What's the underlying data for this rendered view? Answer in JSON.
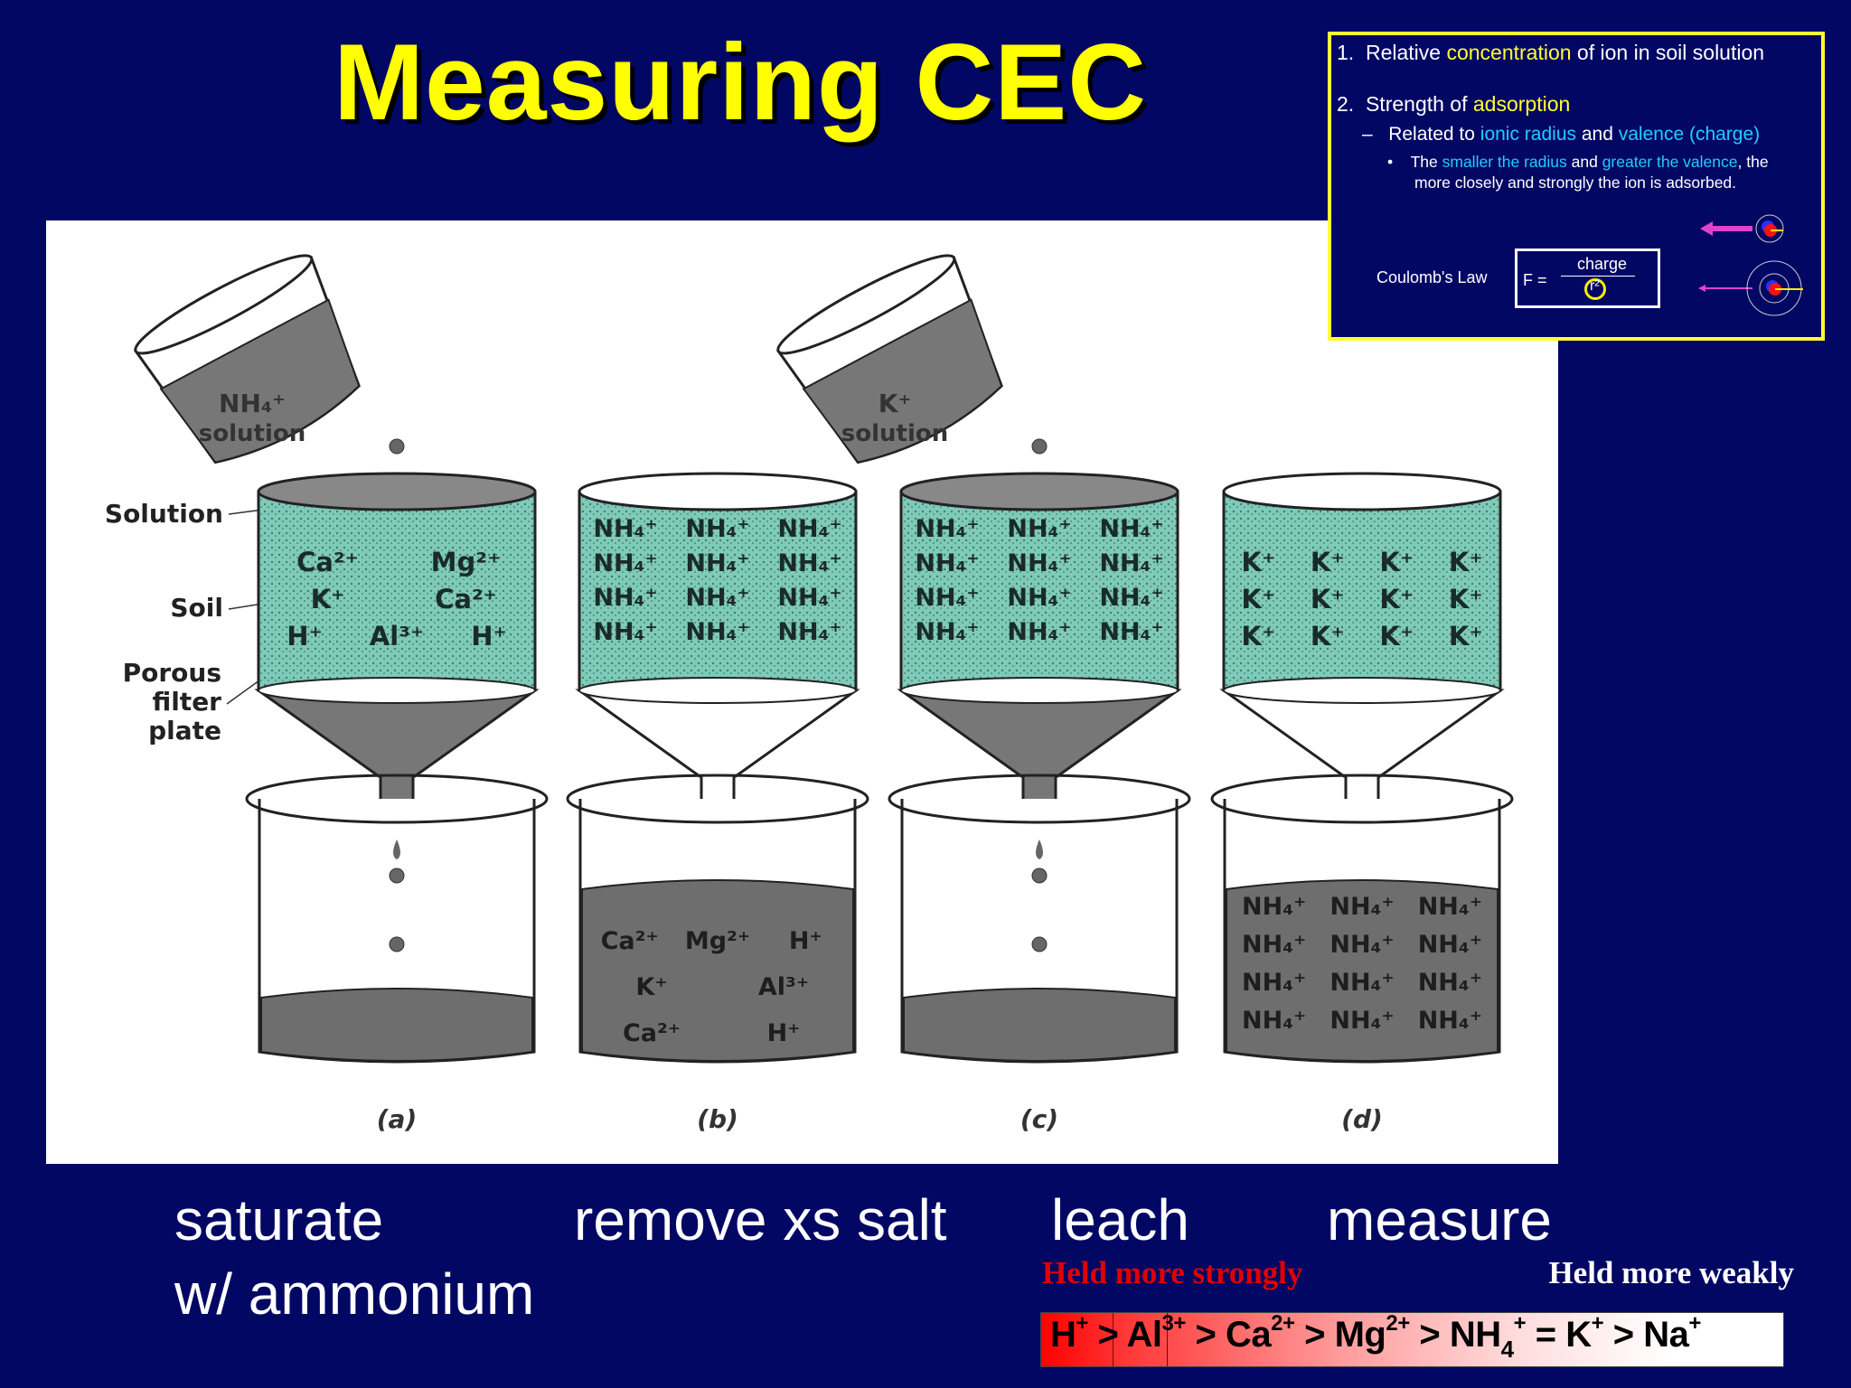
{
  "title": "Measuring CEC",
  "colors": {
    "background": "#020764",
    "title": "#ffff00",
    "highlight_yellow": "#ffff33",
    "highlight_cyan": "#22ccff",
    "strong_red": "#e00000",
    "soil_teal": "#7fcab8"
  },
  "info_box": {
    "item1": {
      "num": "1.",
      "pre": "Relative ",
      "hl": "concentration",
      "post": " of ion in soil solution"
    },
    "item2": {
      "num": "2.",
      "pre": "Strength of ",
      "hl": "adsorption"
    },
    "sub": {
      "dash": "–",
      "pre": "Related to ",
      "hl1": "ionic radius",
      "mid": " and ",
      "hl2": "valence (charge)"
    },
    "bullet": {
      "dot": "•",
      "pre": "The ",
      "hl1": "smaller the radius",
      "mid": " and ",
      "hl2": "greater the valence",
      "post": ", the",
      "line2": "more closely and strongly the ion is adsorbed."
    },
    "coulomb_label": "Coulomb's Law",
    "formula": {
      "lhs": "F =",
      "numerator": "charge",
      "denominator": "r²"
    },
    "icons": [
      "large-force-arrow-icon",
      "small-ion-icon",
      "small-force-arrow-icon",
      "large-ion-icon"
    ]
  },
  "figure": {
    "side_labels": {
      "solution": "Solution",
      "soil": "Soil",
      "porous": [
        "Porous",
        "filter",
        "plate"
      ]
    },
    "panels": [
      {
        "label": "(a)",
        "pour": "NH₄⁺",
        "pour2": "solution",
        "funnel_dark": true,
        "beaker": "drip",
        "soil_rows": [
          [
            "Ca²⁺",
            "Mg²⁺"
          ],
          [
            "K⁺",
            "Ca²⁺"
          ],
          [
            "H⁺",
            "Al³⁺",
            "H⁺"
          ]
        ],
        "beaker_rows": []
      },
      {
        "label": "(b)",
        "pour": null,
        "funnel_dark": false,
        "beaker": "full",
        "soil_rows": [
          [
            "NH₄⁺",
            "NH₄⁺",
            "NH₄⁺"
          ],
          [
            "NH₄⁺",
            "NH₄⁺",
            "NH₄⁺"
          ],
          [
            "NH₄⁺",
            "NH₄⁺",
            "NH₄⁺"
          ],
          [
            "NH₄⁺",
            "NH₄⁺",
            "NH₄⁺"
          ]
        ],
        "beaker_rows": [
          [
            "Ca²⁺",
            "Mg²⁺",
            "H⁺"
          ],
          [
            "K⁺",
            "Al³⁺"
          ],
          [
            "Ca²⁺",
            "H⁺"
          ]
        ]
      },
      {
        "label": "(c)",
        "pour": "K⁺",
        "pour2": "solution",
        "funnel_dark": true,
        "beaker": "drip",
        "soil_rows": [
          [
            "NH₄⁺",
            "NH₄⁺",
            "NH₄⁺"
          ],
          [
            "NH₄⁺",
            "NH₄⁺",
            "NH₄⁺"
          ],
          [
            "NH₄⁺",
            "NH₄⁺",
            "NH₄⁺"
          ],
          [
            "NH₄⁺",
            "NH₄⁺",
            "NH₄⁺"
          ]
        ],
        "beaker_rows": []
      },
      {
        "label": "(d)",
        "pour": null,
        "funnel_dark": false,
        "beaker": "full",
        "soil_rows": [
          [
            "K⁺",
            "K⁺",
            "K⁺",
            "K⁺"
          ],
          [
            "K⁺",
            "K⁺",
            "K⁺",
            "K⁺"
          ],
          [
            "K⁺",
            "K⁺",
            "K⁺",
            "K⁺"
          ]
        ],
        "beaker_rows": [
          [
            "NH₄⁺",
            "NH₄⁺",
            "NH₄⁺"
          ],
          [
            "NH₄⁺",
            "NH₄⁺",
            "NH₄⁺"
          ],
          [
            "NH₄⁺",
            "NH₄⁺",
            "NH₄⁺"
          ],
          [
            "NH₄⁺",
            "NH₄⁺",
            "NH₄⁺"
          ]
        ]
      }
    ]
  },
  "steps": {
    "saturate": "saturate",
    "saturate2": "w/ ammonium",
    "remove": "remove xs salt",
    "leach": "leach",
    "measure": "measure"
  },
  "held": {
    "strong": "Held more strongly",
    "weak": "Held more weakly"
  },
  "series": [
    {
      "base": "H",
      "sup": "+",
      "op": ">"
    },
    {
      "base": "Al",
      "sup": "3+",
      "op": ">"
    },
    {
      "base": "Ca",
      "sup": "2+",
      "op": ">"
    },
    {
      "base": "Mg",
      "sup": "2+",
      "op": ">"
    },
    {
      "base": "NH",
      "sub": "4",
      "sup": "+",
      "op": "="
    },
    {
      "base": "K",
      "sup": "+",
      "op": ">"
    },
    {
      "base": "Na",
      "sup": "+"
    }
  ]
}
